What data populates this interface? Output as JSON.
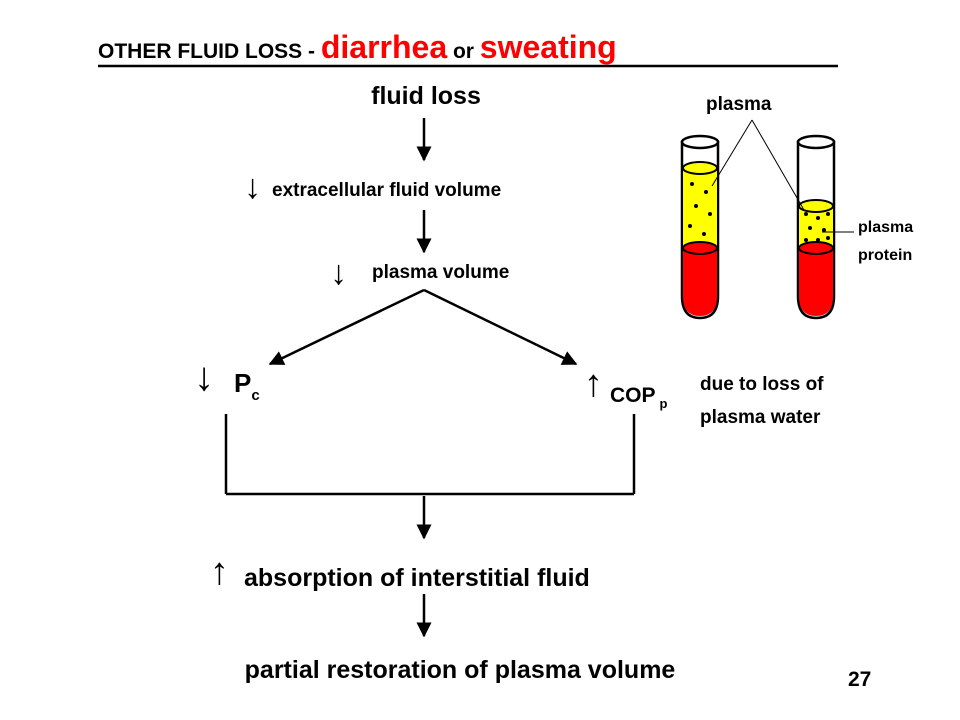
{
  "title": {
    "prefix": "OTHER FLUID LOSS - ",
    "word1": "diarrhea",
    "joiner": " or ",
    "word2": "sweating"
  },
  "flow": {
    "step1": "fluid loss",
    "step2": "extracellular fluid volume",
    "step3": "plasma volume",
    "left_symbol": "P",
    "left_sub": "c",
    "right_symbol": "COP",
    "right_sub": "p",
    "note_line1": "due to loss of",
    "note_line2": "plasma water",
    "step5": "absorption of interstitial fluid",
    "step6": "partial restoration of plasma volume"
  },
  "tubes": {
    "label_plasma": "plasma",
    "label_protein_line1": "plasma",
    "label_protein_line2": "protein"
  },
  "page_number": "27",
  "colors": {
    "accent": "#ff0000",
    "plasma": "#ffff00",
    "blood": "#ff0000",
    "ink": "#000000"
  },
  "glyphs": {
    "down_arrow": "↓",
    "up_arrow": "↑"
  }
}
